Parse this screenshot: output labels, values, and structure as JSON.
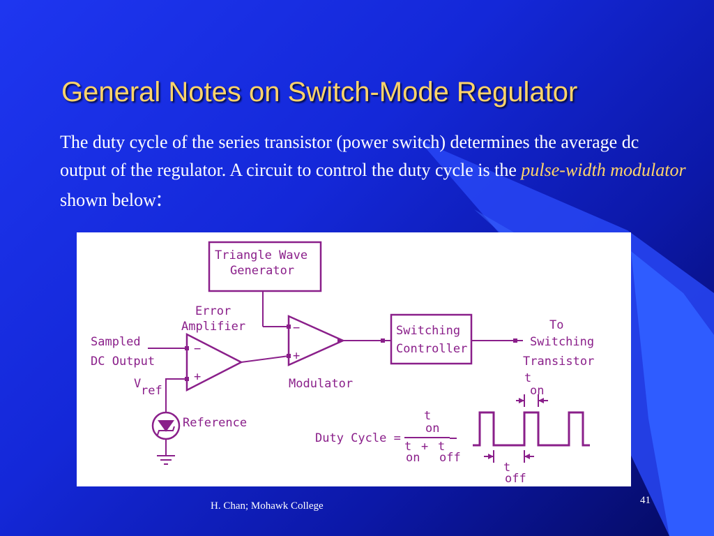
{
  "slide": {
    "title": "General Notes on Switch-Mode Regulator",
    "body_part1": "The duty cycle of the series transistor (power switch) determines the average dc output of the regulator.  A circuit to control the duty cycle is the ",
    "body_emphasis": "pulse-width modulator",
    "body_part2": " shown below",
    "body_colon": ":",
    "footer": "H. Chan;  Mohawk College",
    "page_number": "41"
  },
  "diagram": {
    "triangle_wave_line1": "Triangle Wave",
    "triangle_wave_line2": "Generator",
    "error_amp_line1": "Error",
    "error_amp_line2": "Amplifier",
    "sampled_line1": "Sampled",
    "sampled_line2": "DC Output",
    "vref_v": "V",
    "vref_sub": "ref",
    "reference": "Reference",
    "modulator": "Modulator",
    "switching_line1": "Switching",
    "switching_line2": "Controller",
    "to_line1": "To",
    "to_line2": "Switching",
    "to_line3": "Transistor",
    "minus": "−",
    "plus": "+",
    "duty_cycle": "Duty Cycle =",
    "t": "t",
    "on": "on",
    "off": "off",
    "sum_plus": "+",
    "colors": {
      "ink": "#8a1f8a",
      "title": "#ffd46a"
    }
  }
}
